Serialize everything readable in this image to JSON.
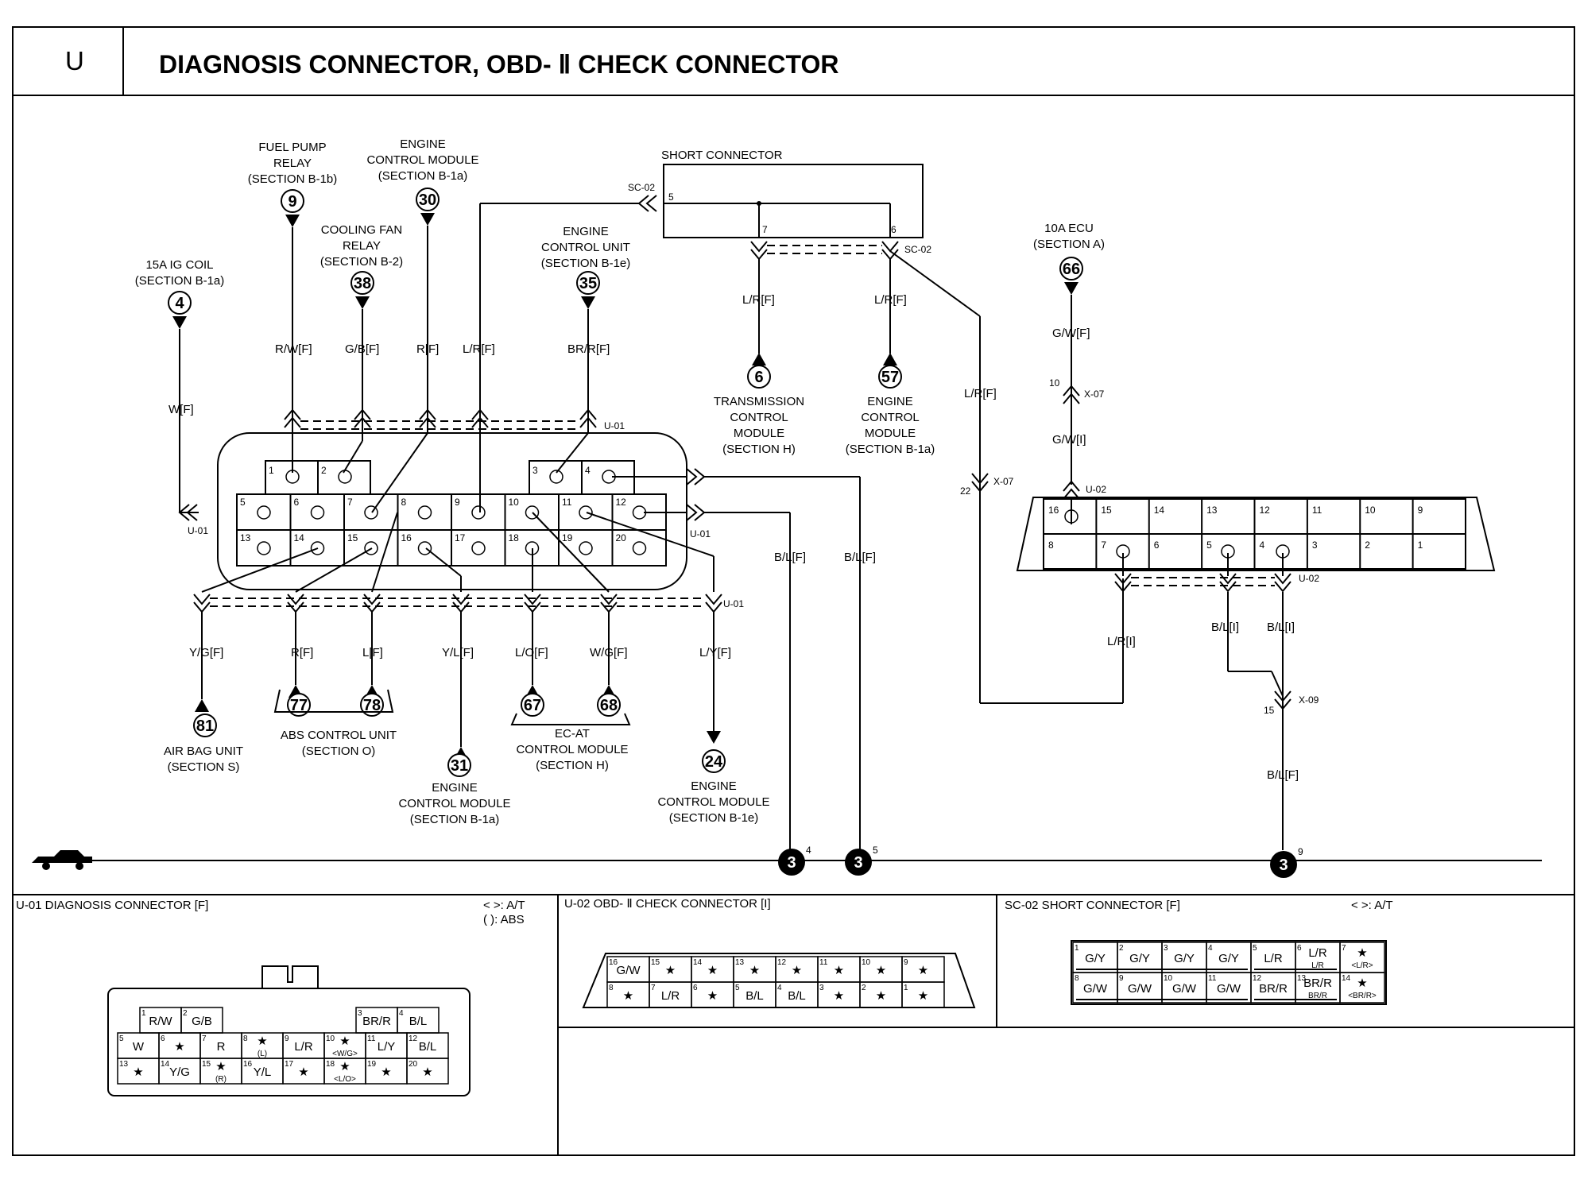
{
  "header": {
    "section_letter": "U",
    "title": "DIAGNOSIS CONNECTOR, OBD- Ⅱ CHECK CONNECTOR"
  },
  "diagram": {
    "sources": [
      {
        "num": "4",
        "label": [
          "15A IG COIL",
          "(SECTION B-1a)"
        ],
        "wire": "W[F]"
      },
      {
        "num": "9",
        "label": [
          "FUEL PUMP",
          "RELAY",
          "(SECTION B-1b)"
        ],
        "wire": "R/W[F]"
      },
      {
        "num": "38",
        "label": [
          "COOLING FAN",
          "RELAY",
          "(SECTION B-2)"
        ],
        "wire": "G/B[F]"
      },
      {
        "num": "30",
        "label": [
          "ENGINE",
          "CONTROL MODULE",
          "(SECTION B-1a)"
        ],
        "wire": "R[F]"
      },
      {
        "num": "35",
        "label": [
          "ENGINE",
          "CONTROL UNIT",
          "(SECTION B-1e)"
        ],
        "wire": "BR/R[F]"
      },
      {
        "num": "66",
        "label": [
          "10A ECU",
          "(SECTION A)"
        ],
        "wire": "G/W[F]"
      }
    ],
    "short_connector": {
      "title": "SHORT CONNECTOR",
      "id": "SC-02",
      "wire_left": "L/R[F]"
    },
    "sc_outputs": [
      {
        "num": "6",
        "wire": "L/R[F]",
        "label": [
          "TRANSMISSION",
          "CONTROL",
          "MODULE",
          "(SECTION H)"
        ]
      },
      {
        "num": "57",
        "wire": "L/R[F]",
        "label": [
          "ENGINE",
          "CONTROL",
          "MODULE",
          "(SECTION B-1a)"
        ]
      }
    ],
    "outputs": [
      {
        "num": "81",
        "wire": "Y/G[F]",
        "label": [
          "AIR BAG UNIT",
          "(SECTION S)"
        ]
      },
      {
        "num": "77",
        "wire": "R[F]"
      },
      {
        "num": "78",
        "wire": "L[F]"
      },
      {
        "num": "31",
        "wire": "Y/L[F]",
        "label": [
          "ENGINE",
          "CONTROL MODULE",
          "(SECTION B-1a)"
        ]
      },
      {
        "num": "67",
        "wire": "L/O[F]"
      },
      {
        "num": "68",
        "wire": "W/G[F]"
      },
      {
        "num": "24",
        "wire": "L/Y[F]",
        "label": [
          "ENGINE",
          "CONTROL MODULE",
          "(SECTION B-1e)"
        ]
      }
    ],
    "group_labels": {
      "abs": [
        "ABS CONTROL UNIT",
        "(SECTION O)"
      ],
      "ecat": [
        "EC-AT",
        "CONTROL MODULE",
        "(SECTION H)"
      ]
    },
    "connector_ids": {
      "u01": "U-01",
      "u02": "U-02",
      "sc02": "SC-02",
      "x07": "X-07",
      "x09": "X-09"
    },
    "misc_wires": {
      "bl_f": "B/L[F]",
      "lr_f_long": "L/R[F]",
      "gw_i": "G/W[I]",
      "lr_i": "L/R[I]",
      "bl_i": "B/L[I]"
    },
    "misc_pins": {
      "x07_top": "10",
      "x07_mid": "22",
      "x09": "15"
    },
    "grounds": [
      {
        "num": "3",
        "pin": "4"
      },
      {
        "num": "3",
        "pin": "5"
      },
      {
        "num": "3",
        "pin": "9"
      }
    ]
  },
  "u01_pins": [
    "1",
    "2",
    "3",
    "4",
    "5",
    "6",
    "7",
    "8",
    "9",
    "10",
    "11",
    "12",
    "13",
    "14",
    "15",
    "16",
    "17",
    "18",
    "19",
    "20"
  ],
  "u02_pins": [
    "16",
    "15",
    "14",
    "13",
    "12",
    "11",
    "10",
    "9",
    "8",
    "7",
    "6",
    "5",
    "4",
    "3",
    "2",
    "1"
  ],
  "legend": {
    "u01": {
      "title": "U-01 DIAGNOSIS CONNECTOR [F]",
      "note1": "< >: A/T",
      "note2": "(   ): ABS",
      "row1": [
        [
          "1",
          "R/W"
        ],
        [
          "2",
          "G/B"
        ],
        [
          "3",
          "BR/R"
        ],
        [
          "4",
          "B/L"
        ]
      ],
      "row2": [
        [
          "5",
          "W"
        ],
        [
          "6",
          "★"
        ],
        [
          "7",
          "R"
        ],
        [
          "8",
          "★\n(L)"
        ],
        [
          "9",
          "L/R"
        ],
        [
          "10",
          "★\n<W/G>"
        ],
        [
          "11",
          "L/Y"
        ],
        [
          "12",
          "B/L"
        ]
      ],
      "row3": [
        [
          "13",
          "★"
        ],
        [
          "14",
          "Y/G"
        ],
        [
          "15",
          "★\n(R)"
        ],
        [
          "16",
          "Y/L"
        ],
        [
          "17",
          "★"
        ],
        [
          "18",
          "★\n<L/O>"
        ],
        [
          "19",
          "★"
        ],
        [
          "20",
          "★"
        ]
      ]
    },
    "u02": {
      "title": "U-02 OBD- Ⅱ CHECK CONNECTOR [I]",
      "row1": [
        [
          "16",
          "G/W"
        ],
        [
          "15",
          "★"
        ],
        [
          "14",
          "★"
        ],
        [
          "13",
          "★"
        ],
        [
          "12",
          "★"
        ],
        [
          "11",
          "★"
        ],
        [
          "10",
          "★"
        ],
        [
          "9",
          "★"
        ]
      ],
      "row2": [
        [
          "8",
          "★"
        ],
        [
          "7",
          "L/R"
        ],
        [
          "6",
          "★"
        ],
        [
          "5",
          "B/L"
        ],
        [
          "4",
          "B/L"
        ],
        [
          "3",
          "★"
        ],
        [
          "2",
          "★"
        ],
        [
          "1",
          "★"
        ]
      ]
    },
    "sc02": {
      "title": "SC-02 SHORT CONNECTOR [F]",
      "note": "< >: A/T",
      "row1": [
        [
          "1",
          "G/Y"
        ],
        [
          "2",
          "G/Y"
        ],
        [
          "3",
          "G/Y"
        ],
        [
          "4",
          "G/Y"
        ],
        [
          "5",
          "L/R"
        ],
        [
          "6",
          "L/R\nL/R"
        ],
        [
          "7",
          "★\n<L/R>"
        ]
      ],
      "row2": [
        [
          "8",
          "G/W"
        ],
        [
          "9",
          "G/W"
        ],
        [
          "10",
          "G/W"
        ],
        [
          "11",
          "G/W"
        ],
        [
          "12",
          "BR/R"
        ],
        [
          "13",
          "BR/R\nBR/R"
        ],
        [
          "14",
          "★\n<BR/R>"
        ]
      ]
    }
  }
}
